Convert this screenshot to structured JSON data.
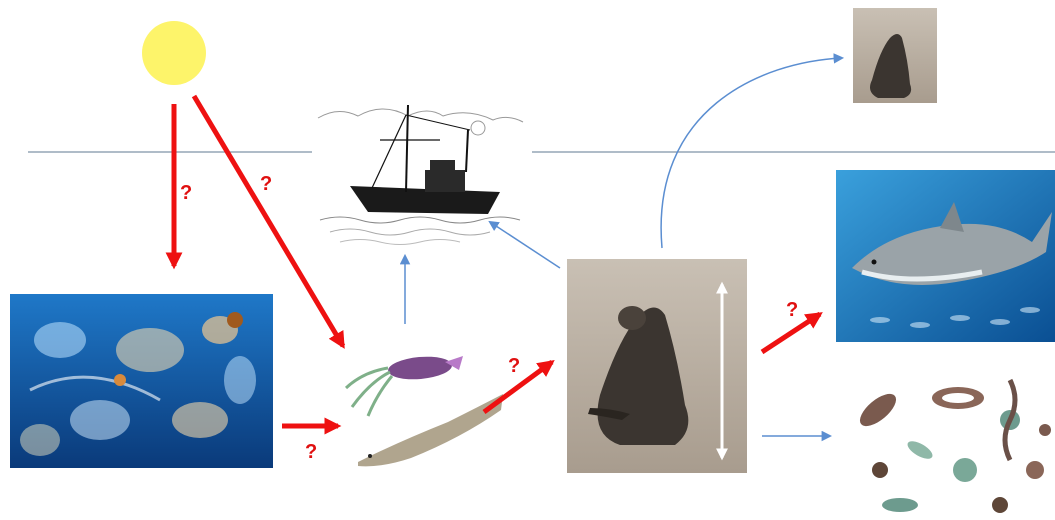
{
  "colors": {
    "flow_arrow": "#ee1111",
    "fate_arrow": "#5b8ed1",
    "sun": "#fdf46a",
    "surface_line": "#7f93a8",
    "question_mark": "#e01010"
  },
  "arrows": {
    "sun_to_plankton": {
      "label": "?"
    },
    "sun_to_prey": {
      "label": "?"
    },
    "plankton_to_prey": {
      "label": "?"
    },
    "prey_to_sea_lion": {
      "label": "?"
    },
    "sea_lion_to_shark": {
      "label": "?"
    }
  },
  "icons": [
    "sun-icon",
    "plankton-image",
    "fishing-boat-image",
    "squid-and-fish-image",
    "sea-lion-image",
    "small-sea-lion-image",
    "shark-image",
    "bacteria-image"
  ]
}
